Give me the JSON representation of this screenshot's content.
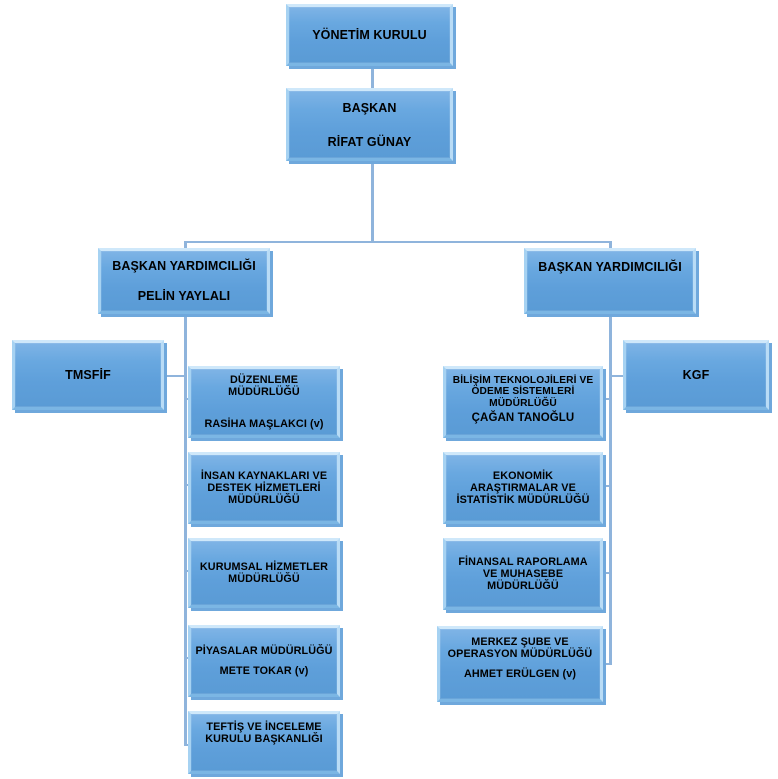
{
  "diagram": {
    "title": "Organizasyon Şeması",
    "colors": {
      "box_fill": "#5A9BD5",
      "box_highlight": "#CFE8FA",
      "box_shadow": "#6FA8DC",
      "connector": "#8FB4DC",
      "text": "#000000",
      "background": "#FFFFFF"
    }
  },
  "nodes": {
    "board": {
      "title": "YÖNETİM KURULU",
      "name": ""
    },
    "chairman": {
      "title": "BAŞKAN",
      "name": "RİFAT GÜNAY"
    },
    "vp_left": {
      "title": "BAŞKAN YARDIMCILIĞI",
      "name": "PELİN YAYLALI"
    },
    "vp_right": {
      "title": "BAŞKAN YARDIMCILIĞI",
      "name": ""
    },
    "tmsfif": {
      "title": "TMSFİF",
      "name": ""
    },
    "kgf": {
      "title": "KGF",
      "name": ""
    }
  },
  "left_departments": [
    {
      "title": "DÜZENLEME MÜDÜRLÜĞÜ",
      "name": "RASİHA MAŞLAKCI (v)"
    },
    {
      "title": "İNSAN KAYNAKLARI VE\nDESTEK HİZMETLERİ\nMÜDÜRLÜĞÜ",
      "name": ""
    },
    {
      "title": "KURUMSAL HİZMETLER\nMÜDÜRLÜĞÜ",
      "name": ""
    },
    {
      "title": "PİYASALAR MÜDÜRLÜĞÜ",
      "name": "METE TOKAR (v)"
    },
    {
      "title": "TEFTİŞ VE İNCELEME\nKURULU BAŞKANLIĞI",
      "name": ""
    }
  ],
  "right_departments": [
    {
      "title": "BİLİŞİM TEKNOLOJİLERİ  VE\nÖDEME SİSTEMLERİ\nMÜDÜRLÜĞÜ",
      "name": "ÇAĞAN TANOĞLU"
    },
    {
      "title": "EKONOMİK\nARAŞTIRMALAR VE\nİSTATİSTİK MÜDÜRLÜĞÜ",
      "name": ""
    },
    {
      "title": "FİNANSAL RAPORLAMA\nVE MUHASEBE\nMÜDÜRLÜĞÜ",
      "name": ""
    },
    {
      "title": "MERKEZ ŞUBE VE\nOPERASYON MÜDÜRLÜĞÜ",
      "name": "AHMET ERÜLGEN (v)"
    }
  ]
}
